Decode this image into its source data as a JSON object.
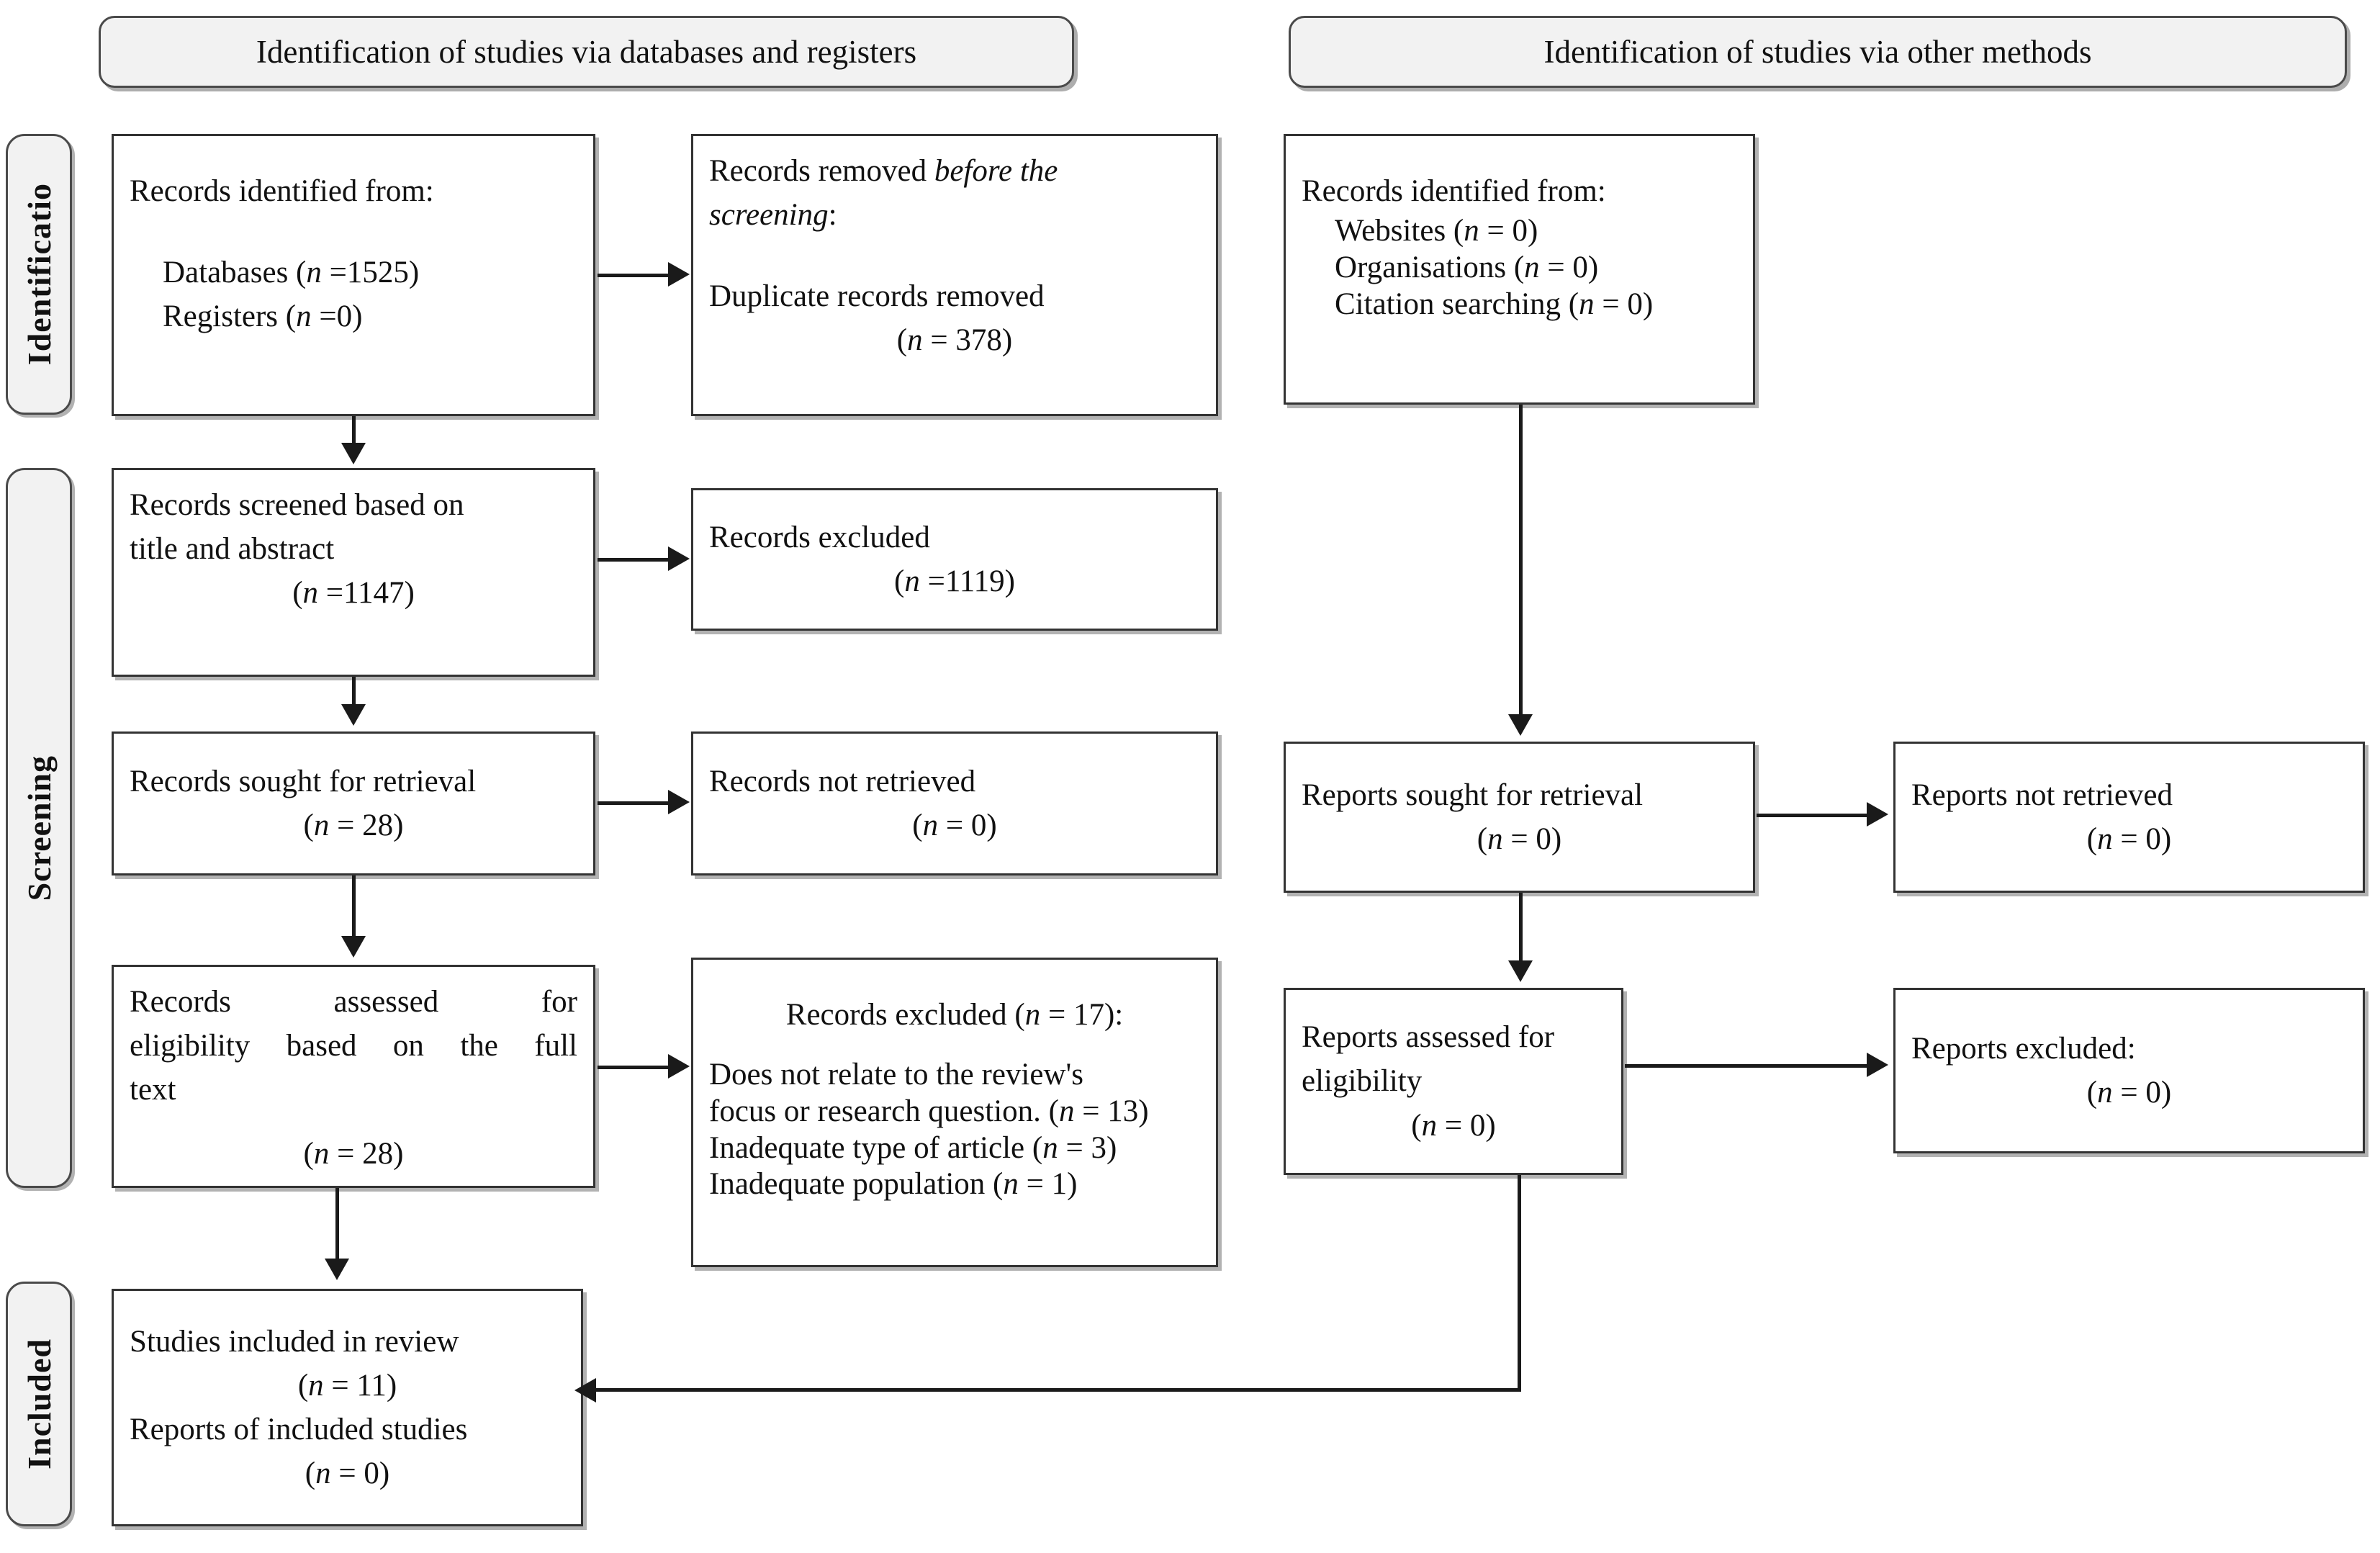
{
  "banners": {
    "databases": "Identification of studies via databases and registers",
    "other": "Identification of studies via other methods"
  },
  "phases": {
    "identification": "Identificatio",
    "screening": "Screening",
    "included": "Included"
  },
  "left_column": {
    "records_identified": {
      "title": "Records identified from:",
      "item_databases": "Databases (n =1525)",
      "item_registers": "Registers (n =0)"
    },
    "records_removed": {
      "title_a": "Records removed ",
      "title_b": "before the",
      "title_c": "screening",
      "title_d": ":",
      "duplicates": "Duplicate records removed",
      "duplicates_n": "(n = 378)"
    },
    "records_screened": {
      "line1": "Records screened based on",
      "line2": "title and abstract",
      "count": "(n =1147)"
    },
    "records_excluded_screen": {
      "label": "Records excluded",
      "count": "(n =1119)"
    },
    "records_sought": {
      "label": "Records sought for retrieval",
      "count": "(n = 28)"
    },
    "records_not_retrieved": {
      "label": "Records not retrieved",
      "count": "(n = 0)"
    },
    "records_assessed": {
      "line1": "Records       assessed       for",
      "line2": "eligibility  based  on  the  full",
      "line3": "text",
      "count": "(n = 28)"
    },
    "records_excluded_full": {
      "heading": "Records excluded (n = 17):",
      "reasons": [
        "Does not relate to the review's",
        "focus or research question. (n = 13)",
        "Inadequate type of article (n = 3)",
        "Inadequate population (n = 1)"
      ]
    },
    "studies_included": {
      "line1": "Studies included in review",
      "count1": "(n = 11)",
      "line2": "Reports of included studies",
      "count2": "(n = 0)"
    }
  },
  "right_column": {
    "records_identified_other": {
      "title": "Records identified from:",
      "item_websites": "Websites (n = 0)",
      "item_organisations": "Organisations (n = 0)",
      "item_citation": "Citation searching (n = 0)"
    },
    "reports_sought": {
      "label": "Reports sought for retrieval",
      "count": "(n = 0)"
    },
    "reports_not_retrieved": {
      "label": "Reports not retrieved",
      "count": "(n = 0)"
    },
    "reports_assessed": {
      "line1": "Reports assessed for",
      "line2": "eligibility",
      "count": "(n = 0)"
    },
    "reports_excluded": {
      "label": "Reports excluded:",
      "count": "(n = 0)"
    }
  },
  "colors": {
    "banner_fill": "#f2f2f2",
    "banner_border": "#4a4a4a",
    "box_border": "#333333",
    "connector": "#1a1a1a",
    "text": "#111111"
  }
}
